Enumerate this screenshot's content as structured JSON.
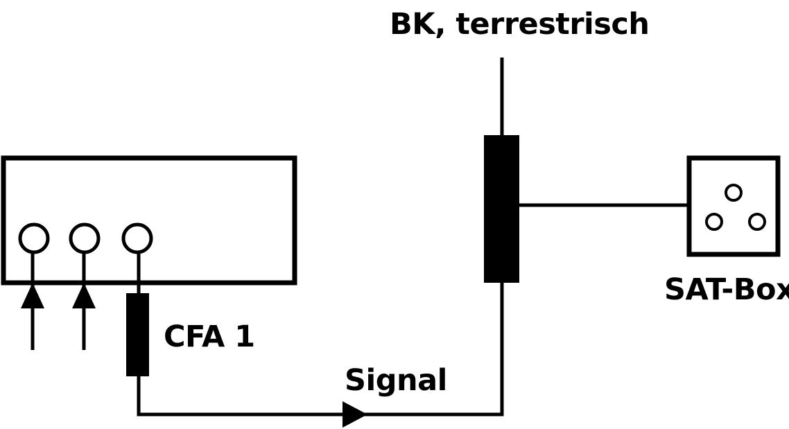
{
  "labels": {
    "terrestrial": "BK, terrestrisch",
    "cfa": "CFA 1",
    "signal": "Signal",
    "sat_box": "SAT-Box"
  },
  "colors": {
    "line": "#000000",
    "background": "#ffffff"
  }
}
